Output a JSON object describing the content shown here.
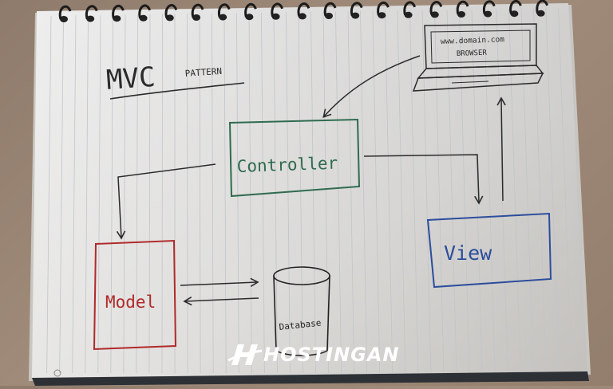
{
  "title": {
    "main": "MVC",
    "sub": "PATTERN"
  },
  "browser": {
    "url": "www.domain.com",
    "label": "BROWSER"
  },
  "boxes": {
    "controller": {
      "label": "Controller",
      "color": "#2f6b4f"
    },
    "model": {
      "label": "Model",
      "color": "#b02a2a"
    },
    "view": {
      "label": "View",
      "color": "#2b4d9c"
    },
    "database": {
      "label": "Database",
      "color": "#222222"
    }
  },
  "watermark": {
    "text": "HOSTINGAN"
  }
}
